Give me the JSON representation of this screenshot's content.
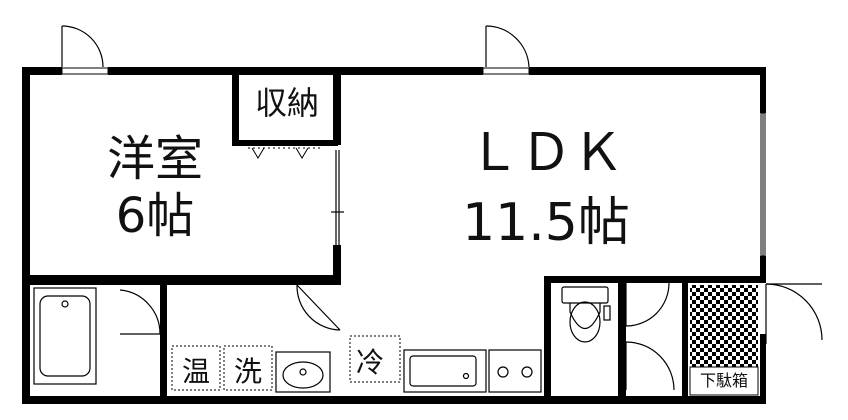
{
  "rooms": {
    "western_room": {
      "name": "洋室",
      "size": "6帖"
    },
    "closet": {
      "name": "収納"
    },
    "ldk": {
      "name": "ＬＤＫ",
      "size": "11.5帖"
    },
    "laundry": {
      "label": "洗"
    },
    "water_heater": {
      "label": "温"
    },
    "fridge": {
      "label": "冷"
    },
    "shoe_box": {
      "label": "下駄箱"
    }
  },
  "colors": {
    "wall": "#000000",
    "fixture": "#333333",
    "background": "#ffffff"
  }
}
